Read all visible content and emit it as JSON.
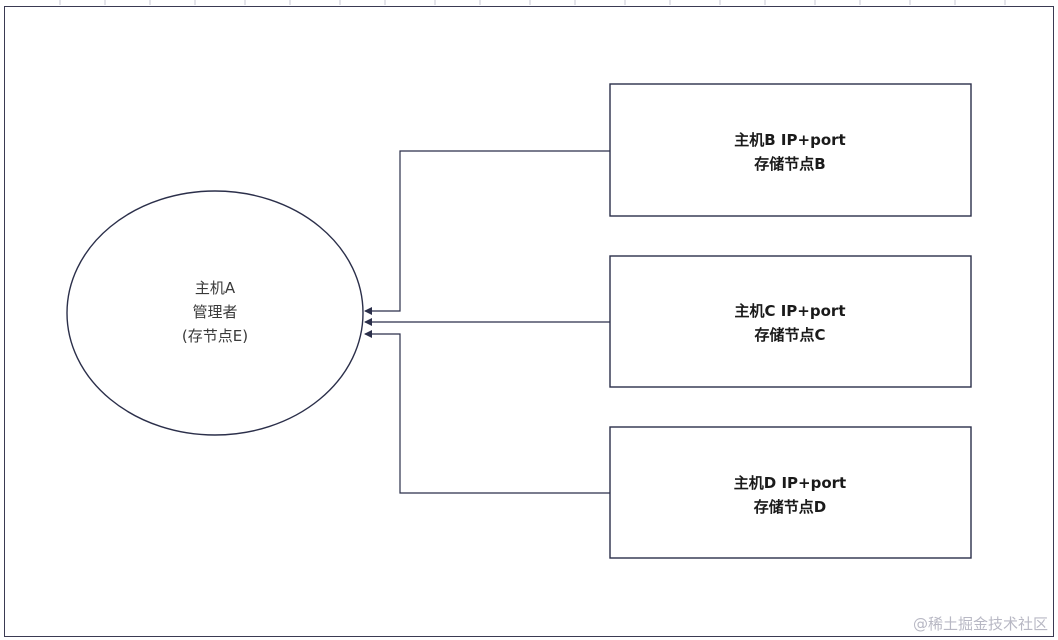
{
  "manager": {
    "line1": "主机A",
    "line2": "管理者",
    "line3": "(存节点E)"
  },
  "nodes": [
    {
      "line1": "主机B IP+port",
      "line2": "存储节点B"
    },
    {
      "line1": "主机C IP+port",
      "line2": "存储节点C"
    },
    {
      "line1": "主机D IP+port",
      "line2": "存储节点D"
    }
  ],
  "watermark": "@稀土掘金技术社区",
  "colors": {
    "stroke": "#2b2f4a",
    "text": "#1a1a1a"
  }
}
